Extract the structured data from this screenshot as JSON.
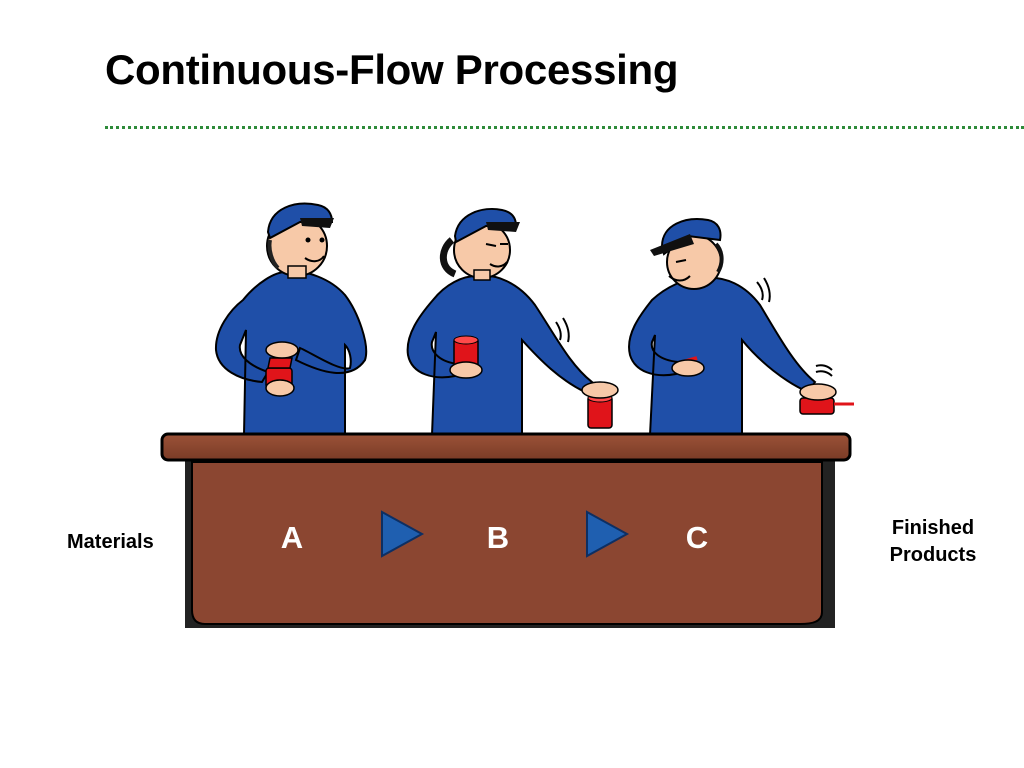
{
  "title": "Continuous-Flow Processing",
  "labels": {
    "materials": "Materials",
    "finished_line1": "Finished",
    "finished_line2": "Products"
  },
  "stations": [
    "A",
    "B",
    "C"
  ],
  "colors": {
    "divider": "#2e8b3a",
    "table": "#8b4631",
    "uniform": "#1f4fa8",
    "arrow": "#1f5fb0",
    "product": "#e0141a"
  },
  "icons": [
    "worker-figure",
    "red-can",
    "flow-arrow"
  ]
}
